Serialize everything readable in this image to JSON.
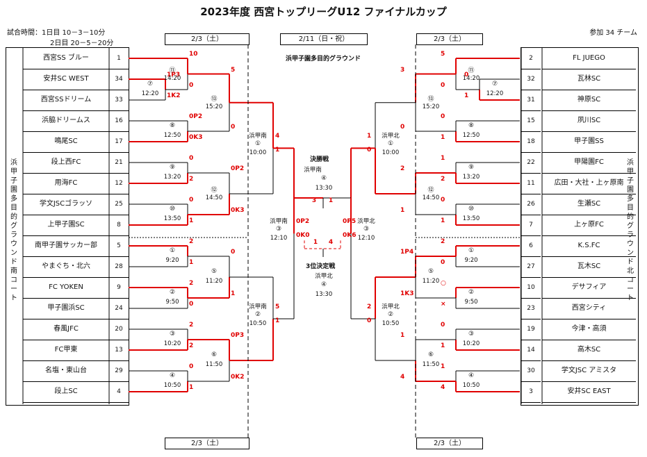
{
  "title": "2023年度 西宮トップリーグU12 ファイナルカップ",
  "info": {
    "time_line1": "試合時間：1日目 10－3－10分",
    "time_line2": "2日目 20－5－20分",
    "participants": "参加 34 チーム"
  },
  "dates": {
    "left_top": "2/3（土）",
    "center_top": "2/11（日・祝）",
    "right_top": "2/3（土）",
    "left_bottom": "2/3（土）",
    "right_bottom": "2/3（土）"
  },
  "venue_main": "浜甲子園多目的グラウンド",
  "side_labels": {
    "left": "浜甲子園多目的グラウンド 南コート",
    "right": "浜甲子園多目的グラウンド 北コート"
  },
  "left_teams": [
    {
      "name": "西宮SS ブルー",
      "seed": "1"
    },
    {
      "name": "安井SC WEST",
      "seed": "34"
    },
    {
      "name": "西宮SSドリーム",
      "seed": "33"
    },
    {
      "name": "浜脇ドリームス",
      "seed": "16"
    },
    {
      "name": "鳴尾SC",
      "seed": "17"
    },
    {
      "name": "段上西FC",
      "seed": "21"
    },
    {
      "name": "用海FC",
      "seed": "12"
    },
    {
      "name": "学文JSCゴラッソ",
      "seed": "25"
    },
    {
      "name": "上甲子園SC",
      "seed": "8"
    },
    {
      "name": "南甲子園サッカー部",
      "seed": "5"
    },
    {
      "name": "やまぐち・北六",
      "seed": "28"
    },
    {
      "name": "FC YOKEN",
      "seed": "9"
    },
    {
      "name": "甲子園浜SC",
      "seed": "24"
    },
    {
      "name": "春風JFC",
      "seed": "20"
    },
    {
      "name": "FC甲東",
      "seed": "13"
    },
    {
      "name": "名塩・東山台",
      "seed": "29"
    },
    {
      "name": "段上SC",
      "seed": "4"
    }
  ],
  "right_teams": [
    {
      "name": "FL JUEGO",
      "seed": "2"
    },
    {
      "name": "瓦林SC",
      "seed": "32"
    },
    {
      "name": "神原SC",
      "seed": "31"
    },
    {
      "name": "夙川SC",
      "seed": "15"
    },
    {
      "name": "甲子園SS",
      "seed": "18"
    },
    {
      "name": "甲陽園FC",
      "seed": "22"
    },
    {
      "name": "広田・大社・上ヶ原南",
      "seed": "11"
    },
    {
      "name": "生瀬SC",
      "seed": "26"
    },
    {
      "name": "上ヶ原FC",
      "seed": "7"
    },
    {
      "name": "K.S.FC",
      "seed": "6"
    },
    {
      "name": "瓦木SC",
      "seed": "27"
    },
    {
      "name": "デサフィア",
      "seed": "10"
    },
    {
      "name": "西宮シティ",
      "seed": "23"
    },
    {
      "name": "今津・高須",
      "seed": "19"
    },
    {
      "name": "高木SC",
      "seed": "14"
    },
    {
      "name": "学文JSC アミスタ",
      "seed": "30"
    },
    {
      "name": "安井SC EAST",
      "seed": "3"
    }
  ],
  "matches": [
    {
      "no": "⑪",
      "time": "14:20",
      "s1": "10",
      "s2": "0"
    },
    {
      "no": "⑦",
      "time": "12:20",
      "s1": "1P3",
      "s2": "1K2"
    },
    {
      "no": "⑧",
      "time": "12:50",
      "s1": "0P2",
      "s2": "0K3"
    },
    {
      "no": "⑨",
      "time": "13:20",
      "s1": "0",
      "s2": "2"
    },
    {
      "no": "⑩",
      "time": "13:50",
      "s1": "0",
      "s2": "1"
    },
    {
      "no": "⑬",
      "time": "15:20",
      "s1": "5",
      "s2": "0"
    },
    {
      "no": "⑫",
      "time": "14:50",
      "s1": "0P2",
      "s2": "0K3"
    },
    {
      "no": "①",
      "time": "9:20",
      "s1": "2",
      "s2": "1"
    },
    {
      "no": "②",
      "time": "9:50",
      "s1": "2",
      "s2": "0"
    },
    {
      "no": "③",
      "time": "10:20",
      "s1": "2",
      "s2": "2"
    },
    {
      "no": "④",
      "time": "10:50",
      "s1": "0",
      "s2": "1"
    },
    {
      "no": "⑤",
      "time": "11:20",
      "s1": "0",
      "s2": "1"
    },
    {
      "no": "⑥",
      "time": "11:50",
      "s1": "0P3",
      "s2": "0K2"
    },
    {
      "no": "⑪",
      "time": "14:20",
      "s1": "5",
      "s2": "0"
    },
    {
      "no": "⑦",
      "time": "12:20",
      "s1": "0",
      "s2": "1"
    },
    {
      "no": "⑧",
      "time": "12:50",
      "s1": "0",
      "s2": "1"
    },
    {
      "no": "⑨",
      "time": "13:20",
      "s1": "1",
      "s2": "2"
    },
    {
      "no": "⑩",
      "time": "13:50",
      "s1": "0",
      "s2": "1"
    },
    {
      "no": "⑬",
      "time": "15:20",
      "s1": "3",
      "s2": "0"
    },
    {
      "no": "⑫",
      "time": "14:50",
      "s1": "2",
      "s2": "1"
    },
    {
      "no": "①",
      "time": "9:20",
      "s1": "2",
      "s2": "0"
    },
    {
      "no": "②",
      "time": "9:50",
      "s1": "○",
      "s2": "×"
    },
    {
      "no": "③",
      "time": "10:20",
      "s1": "0",
      "s2": "1"
    },
    {
      "no": "④",
      "time": "10:50",
      "s1": "1",
      "s2": "4"
    },
    {
      "no": "⑤",
      "time": "11:20",
      "s1": "1P4",
      "s2": "1K3"
    },
    {
      "no": "⑥",
      "time": "11:50",
      "s1": "1",
      "s2": "4"
    }
  ],
  "day2": {
    "l1": {
      "venue": "浜甲南",
      "no": "①",
      "time": "10:00",
      "s1": "4",
      "s2": "1"
    },
    "l2": {
      "venue": "浜甲南",
      "no": "②",
      "time": "10:50",
      "s1": "5",
      "s2": "1"
    },
    "l3": {
      "venue": "浜甲南",
      "no": "③",
      "time": "12:10",
      "s1": "0P2",
      "s2": "0K0"
    },
    "r1": {
      "venue": "浜甲北",
      "no": "①",
      "time": "10:00",
      "s1": "1",
      "s2": "0"
    },
    "r2": {
      "venue": "浜甲北",
      "no": "②",
      "time": "10:50",
      "s1": "2",
      "s2": "0"
    },
    "r3": {
      "venue": "浜甲北",
      "no": "③",
      "time": "12:10",
      "s1": "0P5",
      "s2": "0K6"
    },
    "final": {
      "label": "決勝戦",
      "venue": "浜甲南",
      "no": "④",
      "time": "13:30",
      "s1": "3",
      "s2": "1"
    },
    "third": {
      "label": "3位決定戦",
      "venue": "浜甲北",
      "no": "④",
      "time": "13:30",
      "s1": "1",
      "s2": "4"
    }
  },
  "colors": {
    "winner_line": "#e00000",
    "line": "#000000"
  }
}
